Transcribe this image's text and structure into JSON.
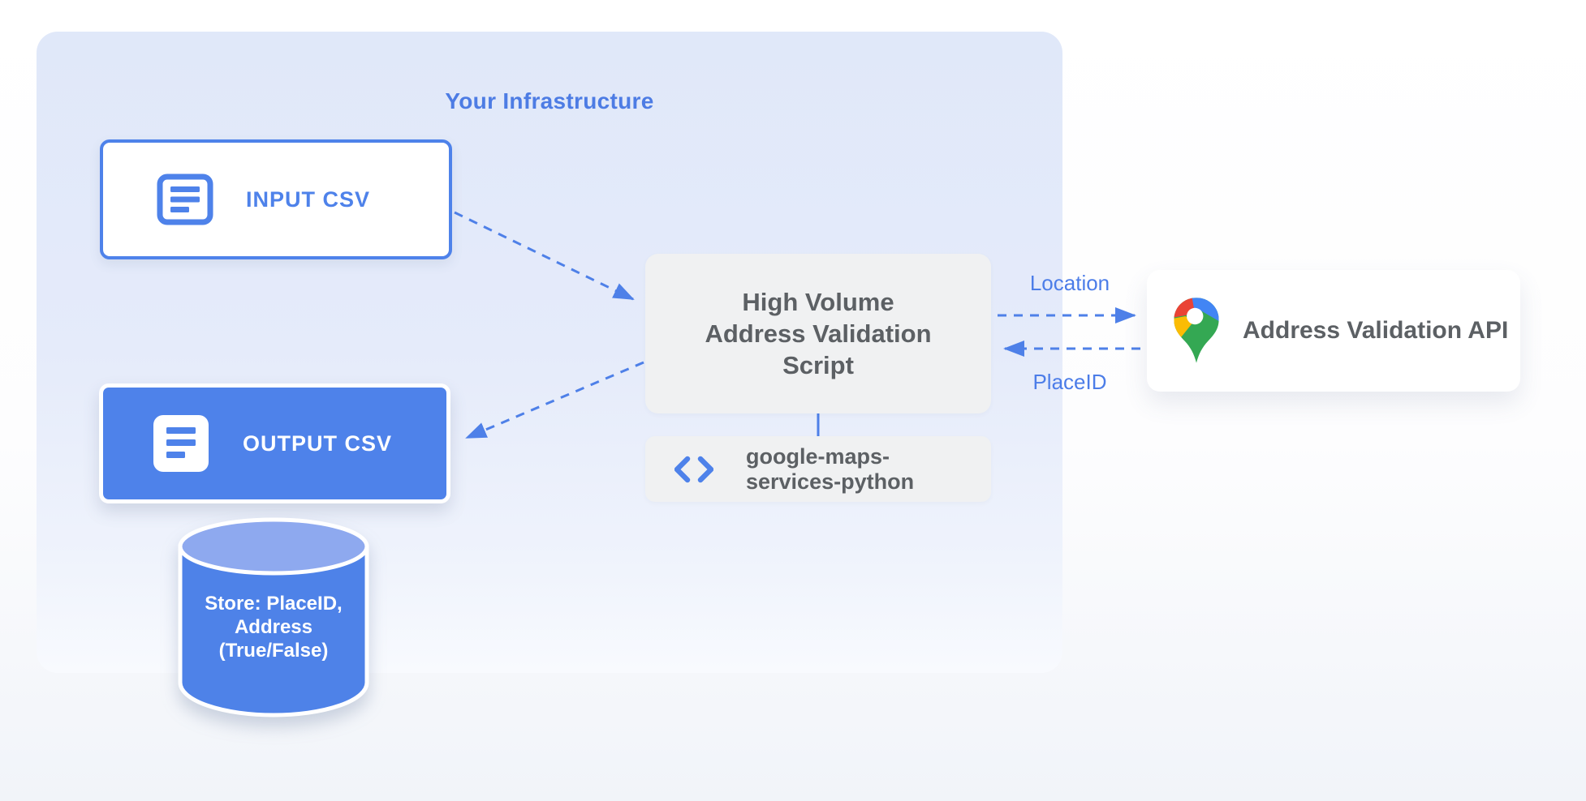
{
  "infrastructure": {
    "title": "Your Infrastructure"
  },
  "nodes": {
    "input_csv": {
      "label": "INPUT CSV",
      "icon": "document-lines-icon"
    },
    "output_csv": {
      "label": "OUTPUT CSV",
      "icon": "document-lines-icon"
    },
    "datastore": {
      "lines": [
        "Store: PlaceID,",
        "Address",
        "(True/False)"
      ],
      "shape": "database-cylinder"
    },
    "script": {
      "lines": [
        "High Volume",
        "Address Validation",
        "Script"
      ]
    },
    "library": {
      "lines": [
        "google-maps-",
        "services-python"
      ],
      "icon": "code-brackets-icon"
    },
    "api": {
      "label": "Address Validation API",
      "icon": "google-maps-pin-icon"
    }
  },
  "edges": {
    "location_label": "Location",
    "placeid_label": "PlaceID"
  },
  "colors": {
    "primary_blue": "#4e82ea",
    "label_blue": "#4c7de8",
    "title_blue": "#4d7ce4",
    "cylinder_top_blue": "#8ea9ef",
    "container_bg_top": "#e0e8f9",
    "container_bg_bottom": "#f8fafe",
    "node_gray_bg": "#f0f1f2",
    "gray_text": "#5c6064",
    "pin_red": "#EA4335",
    "pin_blue": "#4285F4",
    "pin_yellow": "#FBBC04",
    "pin_green": "#34A853"
  }
}
